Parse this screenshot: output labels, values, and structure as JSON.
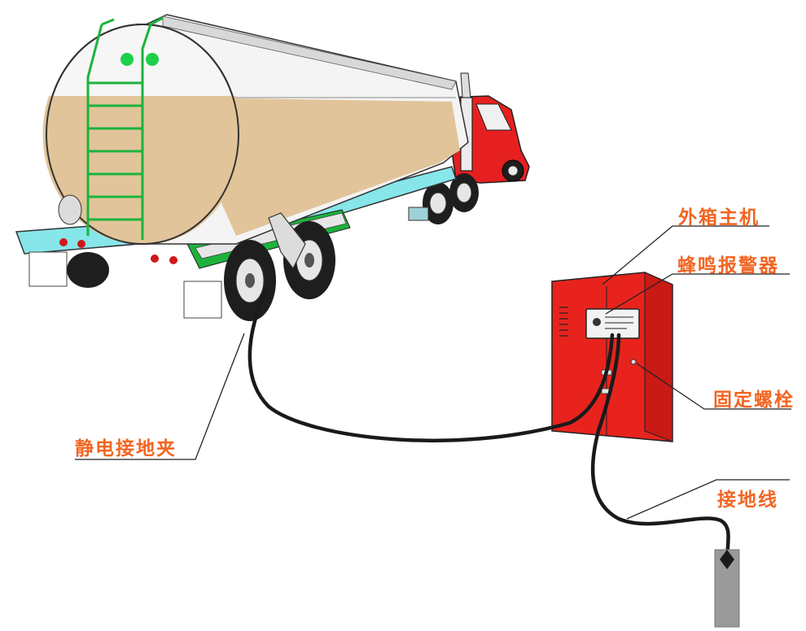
{
  "labels": {
    "host": "外箱主机",
    "buzzer": "蜂鸣报警器",
    "bolt": "固定螺栓",
    "clamp": "静电接地夹",
    "wire": "接地线"
  },
  "colors": {
    "accent": "#f26522",
    "tank_body": "#e2c49a",
    "tank_shell": "#f4f4f4",
    "cab_red": "#e62020",
    "cabinet_red": "#e8231d",
    "chassis_cyan": "#86e6ea",
    "ladder_green": "#1cb33c",
    "cable_black": "#1a1a1a",
    "ground_rod": "#9a9a9a"
  }
}
